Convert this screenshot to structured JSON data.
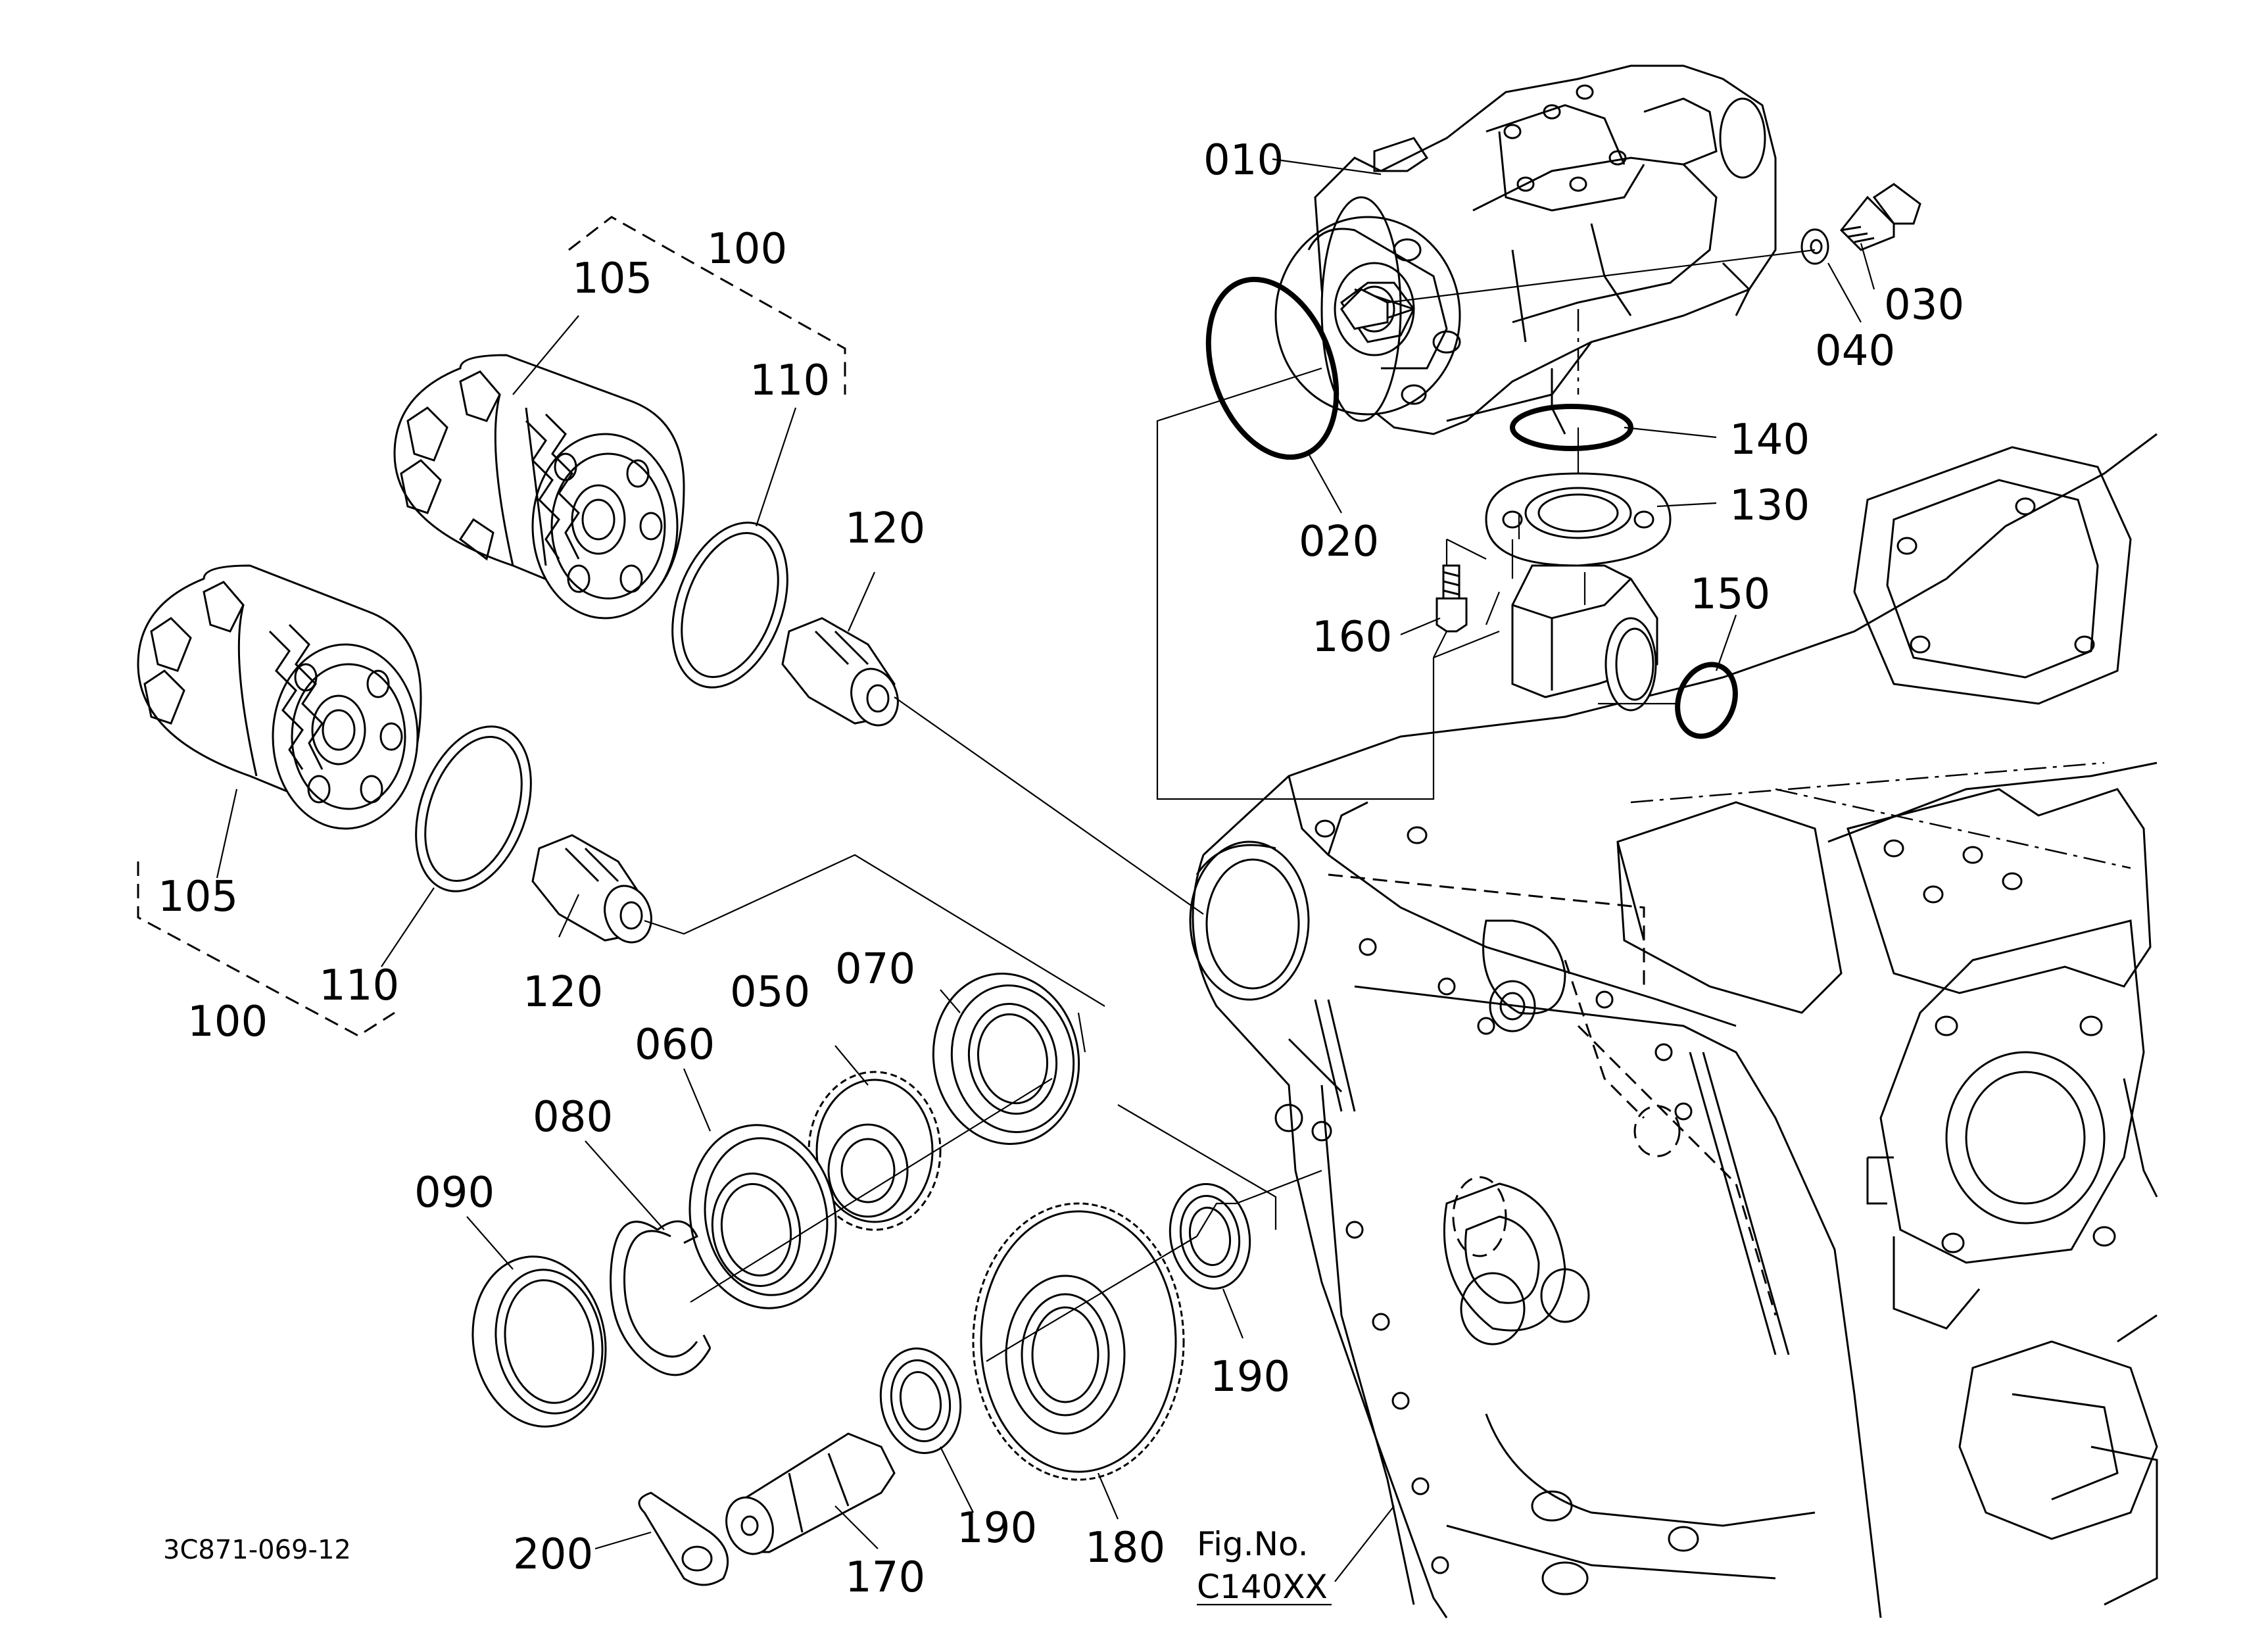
{
  "diagram": {
    "drawing_number": "3C871-069-12",
    "figure_label": "Fig.No.",
    "figure_number": "C140XX",
    "callouts": {
      "c010": "010",
      "c020": "020",
      "c030": "030",
      "c040": "040",
      "c050": "050",
      "c060": "060",
      "c070": "070",
      "c080": "080",
      "c090": "090",
      "c100a": "100",
      "c100b": "100",
      "c105a": "105",
      "c105b": "105",
      "c110a": "110",
      "c110b": "110",
      "c120a": "120",
      "c120b": "120",
      "c130": "130",
      "c140": "140",
      "c150": "150",
      "c160": "160",
      "c170": "170",
      "c180": "180",
      "c190a": "190",
      "c190b": "190",
      "c200": "200"
    }
  }
}
